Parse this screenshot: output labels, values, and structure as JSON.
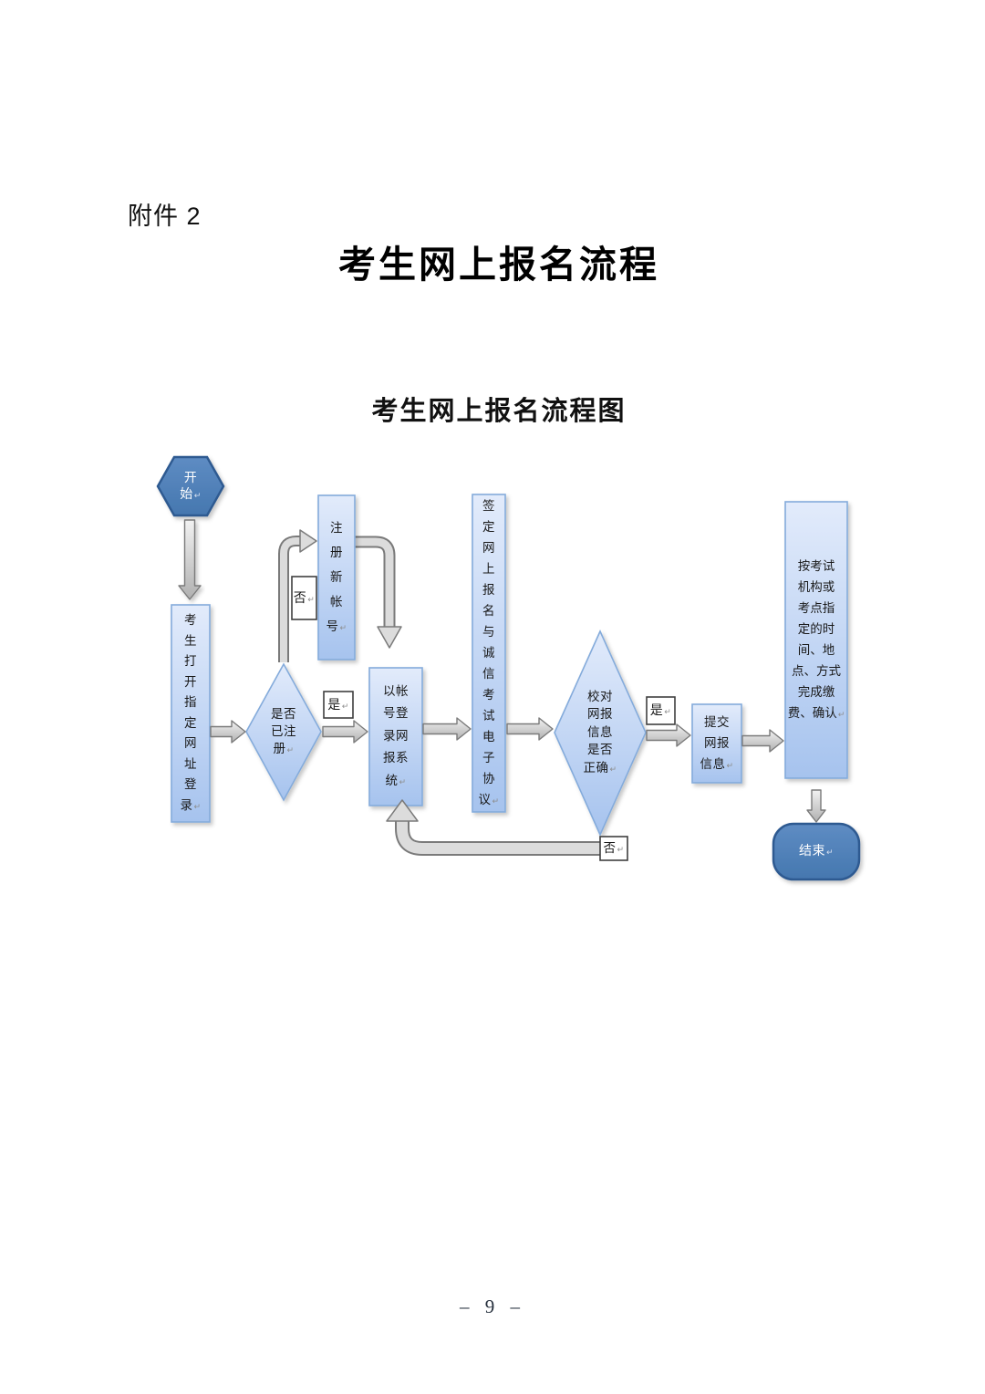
{
  "page": {
    "attachment_label": "附件 2",
    "title": "考生网上报名流程",
    "diagram_title": "考生网上报名流程图",
    "page_number": "– 9 –"
  },
  "marks": {
    "return_mark": "↵"
  },
  "flowchart": {
    "start": "开\n始",
    "open_site": "考\n生\n打\n开\n指\n定\n网\n址\n登\n录",
    "registered_q": "是否\n已注\n册",
    "register_new": "注\n册\n新\n帐\n号",
    "login_system": "以帐\n号登\n录网\n报系\n统",
    "sign_agreement": "签\n定\n网\n上\n报\n名\n与\n诚\n信\n考\n试\n电\n子\n协\n议",
    "verify_info_q": "校对\n网报\n信息\n是否\n正确",
    "submit_info": "提交\n网报\n信息",
    "payment_confirm": "按考试\n机构或\n考点指\n定的时\n间、地\n点、方式\n完成缴\n费、确认",
    "end": "结束",
    "labels": {
      "yes1": "是",
      "no1": "否",
      "yes2": "是",
      "no2": "否"
    }
  },
  "colors": {
    "node_dark_fill": "#4f81bd",
    "node_dark_border": "#2f5a91",
    "node_light_top": "#e2ebfb",
    "node_light_bottom": "#a6c3ee",
    "node_light_border": "#84abdb",
    "arrow_fill_top": "#f2f2f2",
    "arrow_fill_bottom": "#b0b0b0",
    "arrow_border": "#7a7a7a",
    "label_box_border": "#3f3f3f",
    "text": "#191919"
  }
}
